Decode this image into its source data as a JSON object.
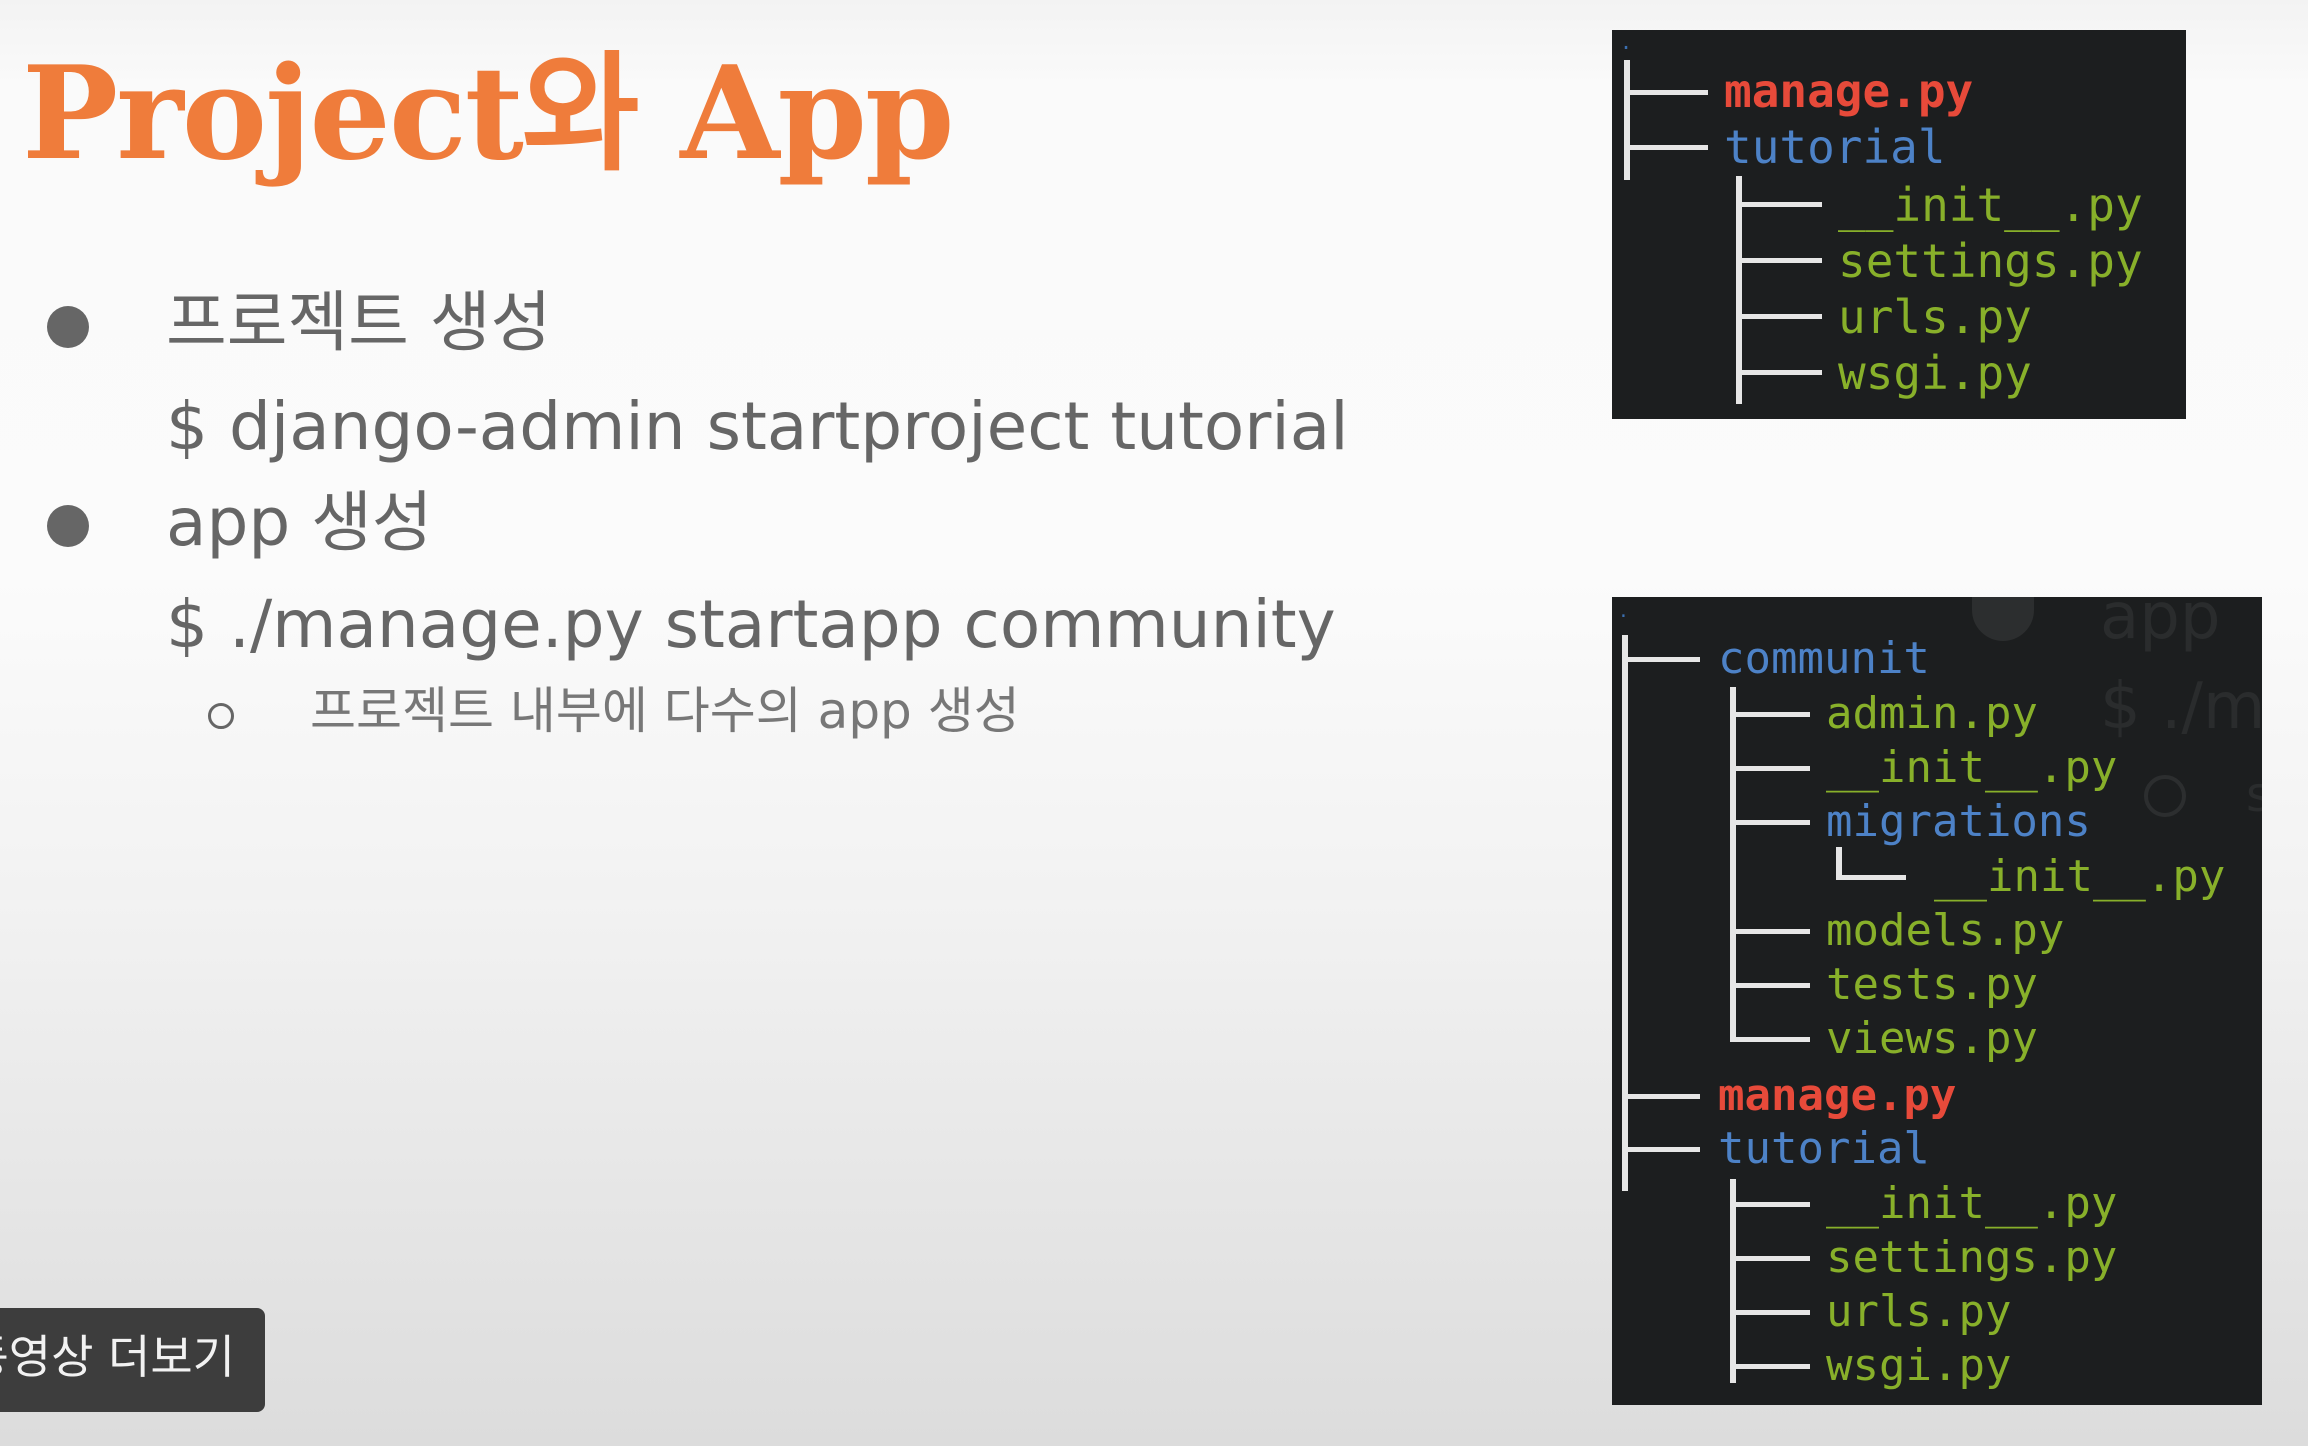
{
  "slide": {
    "title": "Project와 App",
    "bullets": [
      {
        "text": "프로젝트 생성",
        "command": "$ django-admin startproject tutorial"
      },
      {
        "text": "app 생성",
        "command": "$ ./manage.py startapp community"
      }
    ],
    "sub_bullet": "프로젝트 내부에 다수의 app 생성"
  },
  "terminal_top": {
    "root": ".",
    "lines": [
      {
        "name": "manage.py",
        "type": "file-exec"
      },
      {
        "name": "tutorial",
        "type": "dir"
      },
      {
        "name": "__init__.py",
        "type": "file"
      },
      {
        "name": "settings.py",
        "type": "file"
      },
      {
        "name": "urls.py",
        "type": "file"
      },
      {
        "name": "wsgi.py",
        "type": "file"
      }
    ]
  },
  "terminal_bottom": {
    "root": ".",
    "lines": [
      {
        "name": "communit",
        "type": "dir"
      },
      {
        "name": "admin.py",
        "type": "file"
      },
      {
        "name": "__init__.py",
        "type": "file"
      },
      {
        "name": "migrations",
        "type": "dir"
      },
      {
        "name": "__init__.py",
        "type": "file"
      },
      {
        "name": "models.py",
        "type": "file"
      },
      {
        "name": "tests.py",
        "type": "file"
      },
      {
        "name": "views.py",
        "type": "file"
      },
      {
        "name": "manage.py",
        "type": "file-exec"
      },
      {
        "name": "tutorial",
        "type": "dir"
      },
      {
        "name": "__init__.py",
        "type": "file"
      },
      {
        "name": "settings.py",
        "type": "file"
      },
      {
        "name": "urls.py",
        "type": "file"
      },
      {
        "name": "wsgi.py",
        "type": "file"
      }
    ],
    "ghost_overlay": {
      "text_1": "app",
      "text_2": "$ ./m",
      "text_3": "s"
    }
  },
  "more_videos_button": {
    "label": "동영상 더보기"
  },
  "colors": {
    "title": "#ef7c3b",
    "body_text": "#666666",
    "terminal_bg": "#1c1e1f",
    "exec_file": "#e74a3a",
    "directory": "#4d82c7",
    "file": "#88b02a",
    "button_bg": "#3d3d3d"
  }
}
